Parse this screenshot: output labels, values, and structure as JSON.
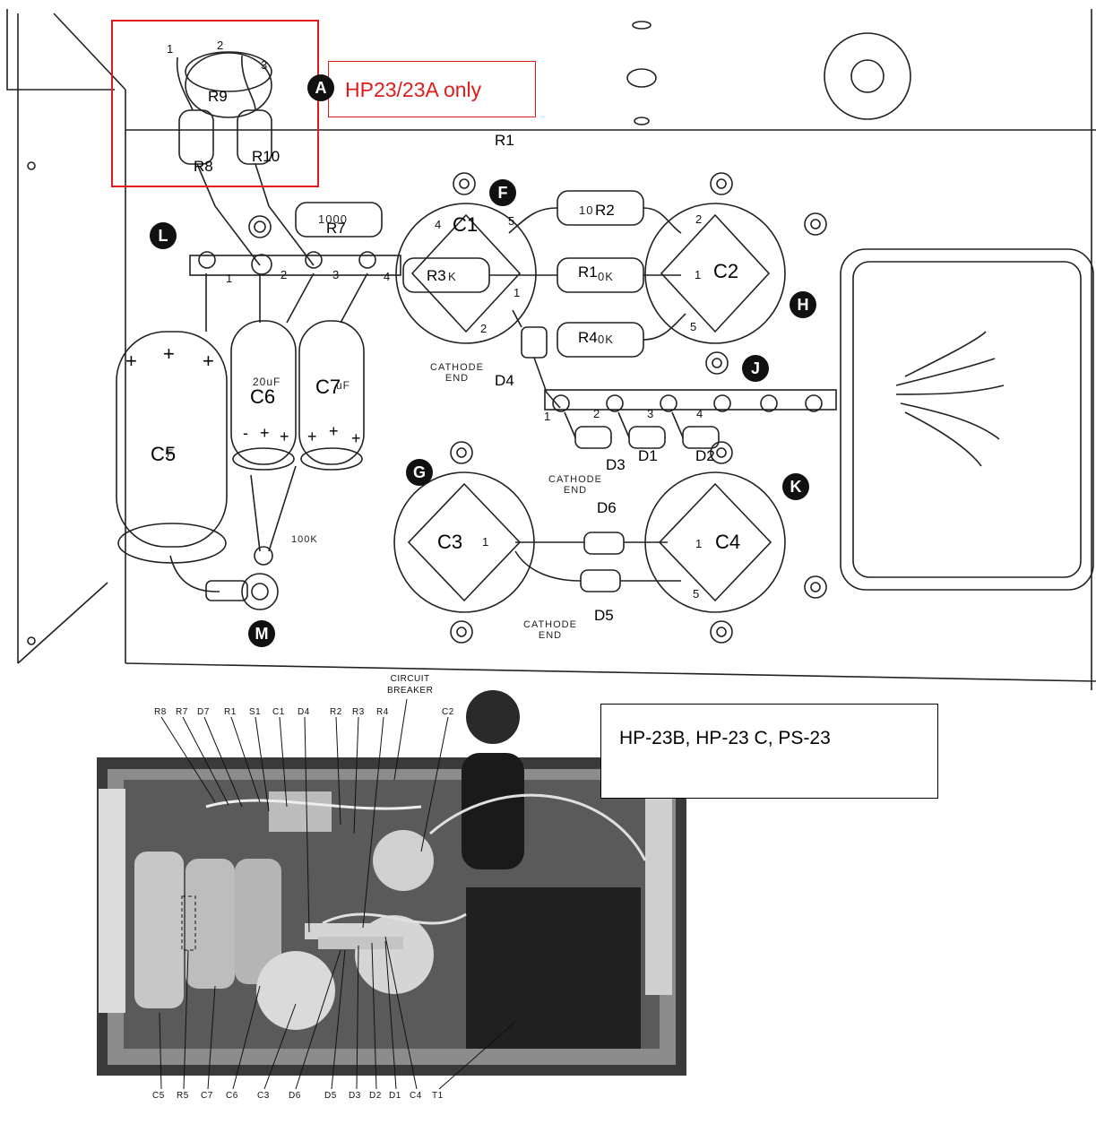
{
  "top_diagram": {
    "badges": [
      "A",
      "F",
      "H",
      "L",
      "J",
      "G",
      "K",
      "M"
    ],
    "note": "HP23/23A only",
    "parts": {
      "R9": "R9",
      "R8": "R8",
      "R10": "R10",
      "R1_top": "R1",
      "C1": "C1",
      "C2": "C2",
      "R2": "R2",
      "R7": "R7",
      "R3": "R3",
      "R1": "R1",
      "R4": "R4",
      "C6": "C6",
      "C7": "C7",
      "C5": "C5",
      "C3": "C3",
      "C4": "C4",
      "D4": "D4",
      "D3": "D3",
      "D1": "D1",
      "D2": "D2",
      "D6": "D6",
      "D5": "D5"
    },
    "printed": {
      "r7_value": "1000",
      "r2_value": "10",
      "r3_value": "K",
      "r1_value": "0K",
      "r4_value": "0K",
      "cap_c6": "20uF",
      "cap_c7": "uF",
      "cap_c5": "F",
      "cathode_end_1": "CATHODE\nEND",
      "cathode_end_2": "CATHODE\nEND",
      "cathode_end_3": "CATHODE\nEND",
      "resistor_100k": "100K"
    },
    "pins": {
      "r9_1": "1",
      "r9_2": "2",
      "r9_3": "3",
      "l_1": "1",
      "l_2": "2",
      "l_3": "3",
      "l_4": "4",
      "f_4": "4",
      "f_5": "5",
      "f_1": "1",
      "f_2": "2",
      "h_2": "2",
      "h_1": "1",
      "h_5": "5",
      "j_1": "1",
      "j_2": "2",
      "j_3": "3",
      "j_4": "4",
      "g_1": "1",
      "k_1": "1",
      "k_5": "5"
    }
  },
  "bottom_photo": {
    "circuit_breaker": "CIRCUIT\nBREAKER",
    "top_callouts": [
      "R8",
      "R7",
      "D7",
      "R1",
      "S1",
      "C1",
      "D4",
      "R2",
      "R3",
      "R4",
      "C2"
    ],
    "bottom_callouts": [
      "C5",
      "R5",
      "C7",
      "C6",
      "C3",
      "D6",
      "D5",
      "D3",
      "D2",
      "D1",
      "C4",
      "T1"
    ],
    "model_note": "HP-23B, HP-23 C, PS-23"
  }
}
